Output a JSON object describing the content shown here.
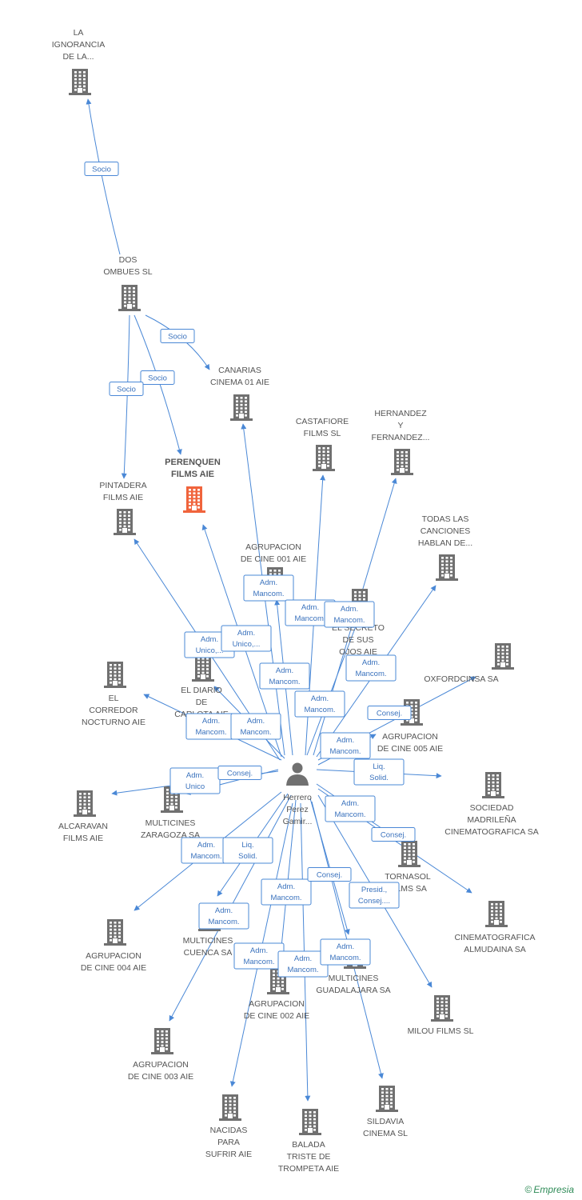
{
  "colors": {
    "edge": "#4a88d6",
    "building": "#707070",
    "focus_building": "#f0643c",
    "person": "#707070"
  },
  "brand": {
    "copyright": "©",
    "name": "Empresia"
  },
  "nodes": [
    {
      "id": "ignorancia",
      "lines": [
        "LA",
        "IGNORANCIA",
        "DE LA..."
      ],
      "icon": "building-icon"
    },
    {
      "id": "dos_ombues",
      "lines": [
        "DOS",
        "OMBUES SL"
      ],
      "icon": "building-icon"
    },
    {
      "id": "canarias",
      "lines": [
        "CANARIAS",
        "CINEMA 01 AIE"
      ],
      "icon": "building-icon"
    },
    {
      "id": "castafiore",
      "lines": [
        "CASTAFIORE",
        "FILMS SL"
      ],
      "icon": "building-icon"
    },
    {
      "id": "hernandez",
      "lines": [
        "HERNANDEZ",
        "Y",
        "FERNANDEZ..."
      ],
      "icon": "building-icon"
    },
    {
      "id": "perenquen",
      "lines": [
        "PERENQUEN",
        "FILMS AIE"
      ],
      "icon": "building-icon",
      "focus": true
    },
    {
      "id": "pintadera",
      "lines": [
        "PINTADERA",
        "FILMS AIE"
      ],
      "icon": "building-icon"
    },
    {
      "id": "todas",
      "lines": [
        "TODAS LAS",
        "CANCIONES",
        "HABLAN DE..."
      ],
      "icon": "building-icon"
    },
    {
      "id": "agr001",
      "lines": [
        "AGRUPACION",
        "DE CINE 001 AIE"
      ],
      "icon": "building-icon"
    },
    {
      "id": "secreto",
      "lines": [
        "EL SECRETO",
        "DE SUS",
        "OJOS AIE"
      ],
      "icon": "building-icon"
    },
    {
      "id": "oxfordcinsa",
      "lines": [
        "OXFORDCINSA SA"
      ],
      "icon": "building-icon"
    },
    {
      "id": "corredor",
      "lines": [
        "EL",
        "CORREDOR",
        "NOCTURNO AIE"
      ],
      "icon": "building-icon"
    },
    {
      "id": "diario",
      "lines": [
        "EL DIARIO",
        "DE",
        "CARLOTA AIE"
      ],
      "icon": "building-icon"
    },
    {
      "id": "agr005",
      "lines": [
        "AGRUPACION",
        "DE CINE 005 AIE"
      ],
      "icon": "building-icon"
    },
    {
      "id": "alcaravan",
      "lines": [
        "ALCARAVAN",
        "FILMS AIE"
      ],
      "icon": "building-icon"
    },
    {
      "id": "zaragoza",
      "lines": [
        "MULTICINES",
        "ZARAGOZA SA"
      ],
      "icon": "building-icon"
    },
    {
      "id": "person",
      "lines": [
        "Herrero",
        "Perez",
        "Gamir..."
      ],
      "icon": "person-icon"
    },
    {
      "id": "madrilena",
      "lines": [
        "SOCIEDAD",
        "MADRILEÑA",
        "CINEMATOGRAFICA SA"
      ],
      "icon": "building-icon"
    },
    {
      "id": "tornasol",
      "lines": [
        "TORNASOL",
        "FILMS SA"
      ],
      "icon": "building-icon"
    },
    {
      "id": "agr004",
      "lines": [
        "AGRUPACION",
        "DE CINE 004 AIE"
      ],
      "icon": "building-icon"
    },
    {
      "id": "cuenca",
      "lines": [
        "MULTICINES",
        "CUENCA SA"
      ],
      "icon": "building-icon"
    },
    {
      "id": "almudaina",
      "lines": [
        "CINEMATOGRAFICA",
        "ALMUDAINA SA"
      ],
      "icon": "building-icon"
    },
    {
      "id": "guadalajara",
      "lines": [
        "MULTICINES",
        "GUADALAJARA SA"
      ],
      "icon": "building-icon"
    },
    {
      "id": "agr002",
      "lines": [
        "AGRUPACION",
        "DE CINE 002 AIE"
      ],
      "icon": "building-icon"
    },
    {
      "id": "milou",
      "lines": [
        "MILOU FILMS SL"
      ],
      "icon": "building-icon"
    },
    {
      "id": "agr003",
      "lines": [
        "AGRUPACION",
        "DE CINE 003 AIE"
      ],
      "icon": "building-icon"
    },
    {
      "id": "nacidas",
      "lines": [
        "NACIDAS",
        "PARA",
        "SUFRIR AIE"
      ],
      "icon": "building-icon"
    },
    {
      "id": "balada",
      "lines": [
        "BALADA",
        "TRISTE DE",
        "TROMPETA AIE"
      ],
      "icon": "building-icon"
    },
    {
      "id": "sildavia",
      "lines": [
        "SILDAVIA",
        "CINEMA SL"
      ],
      "icon": "building-icon"
    }
  ],
  "edges": [
    {
      "from": "dos_ombues",
      "to": "ignorancia",
      "label": [
        "Socio"
      ]
    },
    {
      "from": "dos_ombues",
      "to": "canarias",
      "label": [
        "Socio"
      ]
    },
    {
      "from": "dos_ombues",
      "to": "perenquen",
      "label": [
        "Socio"
      ]
    },
    {
      "from": "dos_ombues",
      "to": "pintadera",
      "label": [
        "Socio"
      ]
    },
    {
      "from": "person",
      "to": "pintadera",
      "label": [
        "Adm.",
        "Unico,..."
      ]
    },
    {
      "from": "person",
      "to": "perenquen",
      "label": [
        "Adm.",
        "Unico,..."
      ]
    },
    {
      "from": "person",
      "to": "canarias",
      "label": [
        "Adm.",
        "Mancom."
      ]
    },
    {
      "from": "person",
      "to": "castafiore",
      "label": [
        "Adm.",
        "Mancom."
      ]
    },
    {
      "from": "person",
      "to": "hernandez",
      "label": [
        "Adm.",
        "Mancom."
      ]
    },
    {
      "from": "person",
      "to": "todas",
      "label": [
        "Adm.",
        "Mancom."
      ]
    },
    {
      "from": "person",
      "to": "agr001",
      "label": [
        "Adm.",
        "Mancom."
      ]
    },
    {
      "from": "person",
      "to": "secreto",
      "label": [
        "Adm.",
        "Mancom."
      ]
    },
    {
      "from": "person",
      "to": "oxfordcinsa",
      "label": [
        "Consej."
      ]
    },
    {
      "from": "person",
      "to": "corredor",
      "label": [
        "Adm.",
        "Mancom."
      ]
    },
    {
      "from": "person",
      "to": "diario",
      "label": [
        "Adm.",
        "Mancom."
      ]
    },
    {
      "from": "person",
      "to": "agr005",
      "label": [
        "Adm.",
        "Mancom."
      ]
    },
    {
      "from": "person",
      "to": "alcaravan",
      "label": [
        "Adm.",
        "Unico"
      ]
    },
    {
      "from": "person",
      "to": "zaragoza",
      "label": [
        "Consej."
      ]
    },
    {
      "from": "person",
      "to": "madrilena",
      "label": [
        "Liq.",
        "Solid."
      ]
    },
    {
      "from": "person",
      "to": "tornasol",
      "label": [
        "Adm.",
        "Mancom."
      ]
    },
    {
      "from": "person",
      "to": "almudaina",
      "label": [
        "Consej."
      ]
    },
    {
      "from": "person",
      "to": "agr004",
      "label": [
        "Adm.",
        "Mancom."
      ]
    },
    {
      "from": "person",
      "to": "cuenca",
      "label": [
        "Liq.",
        "Solid."
      ]
    },
    {
      "from": "person",
      "to": "agr003",
      "label": [
        "Adm.",
        "Mancom."
      ]
    },
    {
      "from": "person",
      "to": "agr002",
      "label": [
        "Adm.",
        "Mancom."
      ]
    },
    {
      "from": "person",
      "to": "guadalajara",
      "label": [
        "Consej."
      ]
    },
    {
      "from": "person",
      "to": "milou",
      "label": [
        "Presid.,",
        "Consej...."
      ]
    },
    {
      "from": "person",
      "to": "nacidas",
      "label": [
        "Adm.",
        "Mancom."
      ]
    },
    {
      "from": "person",
      "to": "balada",
      "label": [
        "Adm.",
        "Mancom."
      ]
    },
    {
      "from": "person",
      "to": "sildavia",
      "label": [
        "Adm.",
        "Mancom."
      ]
    }
  ]
}
